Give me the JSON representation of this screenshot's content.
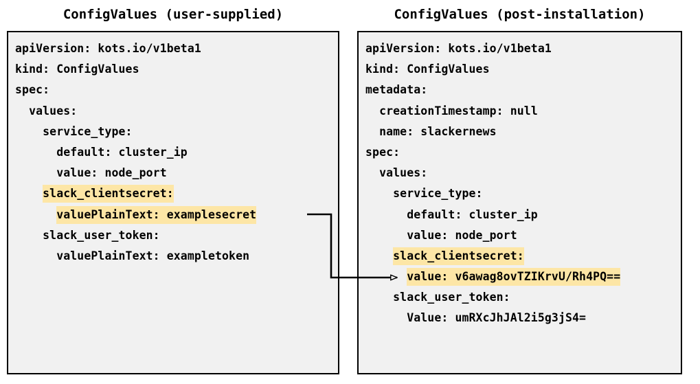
{
  "page": {
    "background_color": "#ffffff",
    "panel_background_color": "#f1f1f1",
    "panel_border_color": "#000000",
    "highlight_color": "#fde6a6",
    "text_color": "#000000",
    "connector_color": "#000000"
  },
  "left_panel": {
    "title": "ConfigValues (user-supplied)",
    "lines": [
      {
        "indent": 0,
        "text": "apiVersion: kots.io/v1beta1",
        "highlight": false
      },
      {
        "indent": 0,
        "text": "kind: ConfigValues",
        "highlight": false
      },
      {
        "indent": 0,
        "text": "spec:",
        "highlight": false
      },
      {
        "indent": 1,
        "text": "values:",
        "highlight": false
      },
      {
        "indent": 2,
        "text": "service_type:",
        "highlight": false
      },
      {
        "indent": 3,
        "text": "default: cluster_ip",
        "highlight": false
      },
      {
        "indent": 3,
        "text": "value: node_port",
        "highlight": false
      },
      {
        "indent": 2,
        "text": "slack_clientsecret:",
        "highlight": true
      },
      {
        "indent": 3,
        "text": "valuePlainText: examplesecret",
        "highlight": true
      },
      {
        "indent": 2,
        "text": "slack_user_token:",
        "highlight": false
      },
      {
        "indent": 3,
        "text": "valuePlainText: exampletoken",
        "highlight": false
      }
    ]
  },
  "right_panel": {
    "title": "ConfigValues (post-installation)",
    "lines": [
      {
        "indent": 0,
        "text": "apiVersion: kots.io/v1beta1",
        "highlight": false
      },
      {
        "indent": 0,
        "text": "kind: ConfigValues",
        "highlight": false
      },
      {
        "indent": 0,
        "text": "metadata:",
        "highlight": false
      },
      {
        "indent": 1,
        "text": "creationTimestamp: null",
        "highlight": false
      },
      {
        "indent": 1,
        "text": "name: slackernews",
        "highlight": false
      },
      {
        "indent": 0,
        "text": "spec:",
        "highlight": false
      },
      {
        "indent": 1,
        "text": "values:",
        "highlight": false
      },
      {
        "indent": 2,
        "text": "service_type:",
        "highlight": false
      },
      {
        "indent": 3,
        "text": "default: cluster_ip",
        "highlight": false
      },
      {
        "indent": 3,
        "text": "value: node_port",
        "highlight": false
      },
      {
        "indent": 2,
        "text": "slack_clientsecret:",
        "highlight": true
      },
      {
        "indent": 3,
        "text": "value: v6awag8ovTZIKrvU/Rh4PQ==",
        "highlight": true
      },
      {
        "indent": 2,
        "text": "slack_user_token:",
        "highlight": false
      },
      {
        "indent": 3,
        "text": "Value: umRXcJhJAl2i5g3jS4=",
        "highlight": false
      }
    ]
  },
  "connector": {
    "from_label": "valuePlainText: examplesecret",
    "to_label": "value: v6awag8ovTZIKrvU/Rh4PQ==",
    "arrowhead": "open-triangle"
  }
}
